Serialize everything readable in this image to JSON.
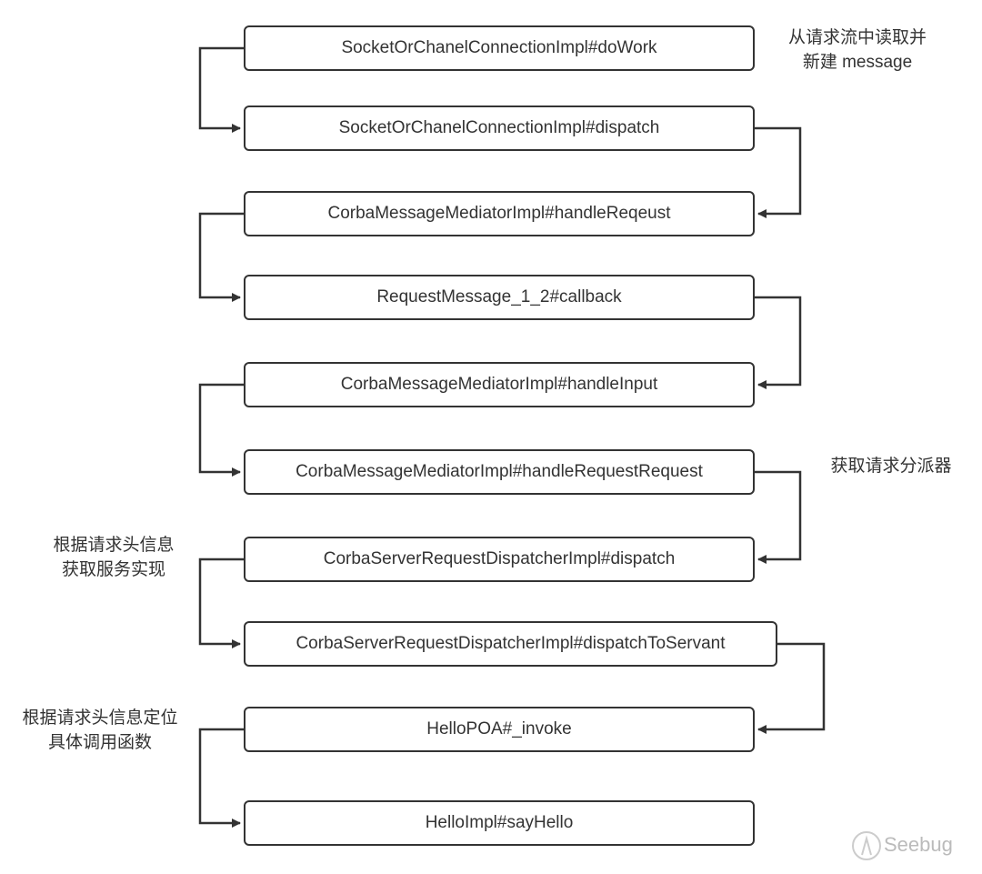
{
  "nodes": [
    "SocketOrChanelConnectionImpl#doWork",
    "SocketOrChanelConnectionImpl#dispatch",
    "CorbaMessageMediatorImpl#handleReqeust",
    "RequestMessage_1_2#callback",
    "CorbaMessageMediatorImpl#handleInput",
    "CorbaMessageMediatorImpl#handleRequestRequest",
    "CorbaServerRequestDispatcherImpl#dispatch",
    "CorbaServerRequestDispatcherImpl#dispatchToServant",
    "HelloPOA#_invoke",
    "HelloImpl#sayHello"
  ],
  "notes": {
    "read_message": [
      "从请求流中读取并",
      "新建 message"
    ],
    "get_dispatcher": [
      "获取请求分派器"
    ],
    "get_servant": [
      "根据请求头信息",
      "获取服务实现"
    ],
    "locate_function": [
      "根据请求头信息定位",
      "具体调用函数"
    ]
  },
  "watermark": "Seebug",
  "colors": {
    "stroke": "#333333",
    "text": "#333333",
    "watermark": "#bbbbbb"
  }
}
